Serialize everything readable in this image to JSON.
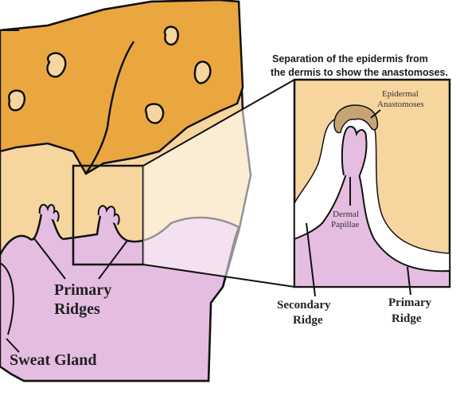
{
  "diagram": {
    "caption": {
      "line1": "Separation of the epidermis from",
      "line2": "the dermis to show the anastomoses."
    },
    "labels": {
      "primary_ridges_line1": "Primary",
      "primary_ridges_line2": "Ridges",
      "sweat_gland": "Sweat Gland",
      "epidermal_anastomoses_line1": "Epidermal",
      "epidermal_anastomoses_line2": "Anastomoses",
      "dermal_papillae_line1": "Dermal",
      "dermal_papillae_line2": "Papillae",
      "secondary_ridge_line1": "Secondary",
      "secondary_ridge_line2": "Ridge",
      "primary_ridge_line1": "Primary",
      "primary_ridge_line2": "Ridge"
    },
    "colors": {
      "outer_epidermis": "#eba73f",
      "epidermis": "#f7d59f",
      "dermis": "#e4bde0",
      "anastomoses": "#c7a474",
      "separation_gap": "#ffffff",
      "outline": "#111111"
    }
  }
}
